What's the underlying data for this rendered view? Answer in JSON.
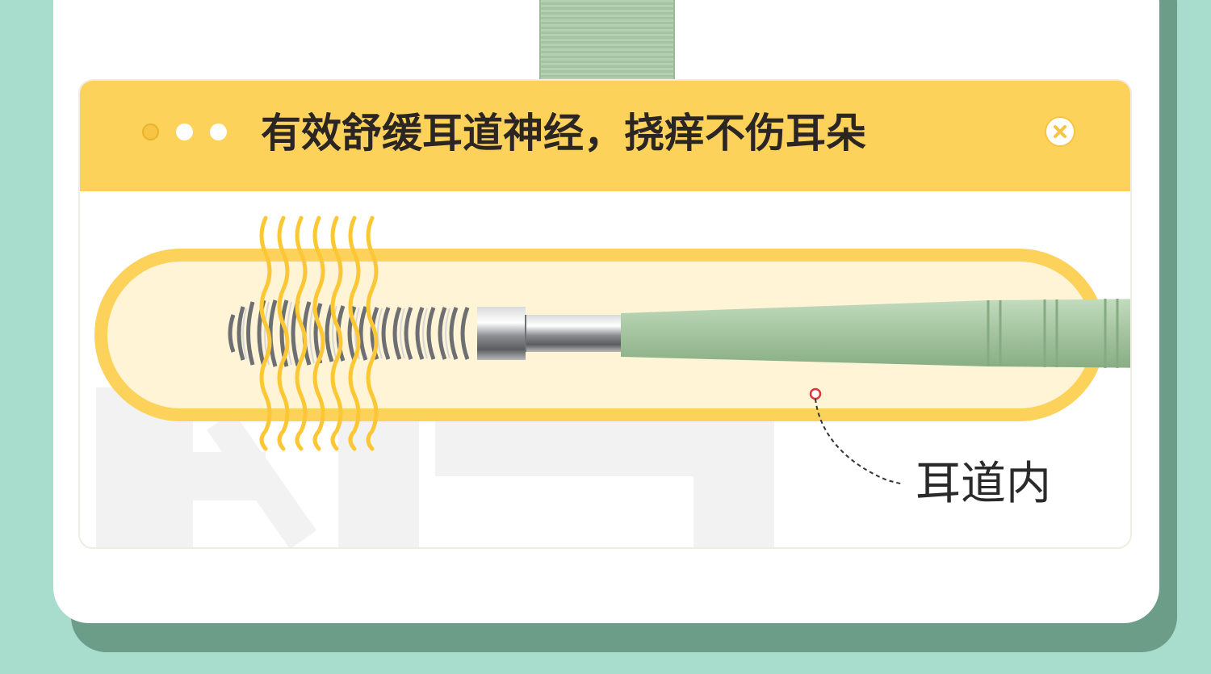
{
  "window": {
    "title": "有效舒缓耳道神经，挠痒不伤耳朵"
  },
  "annotation": {
    "label": "耳道内"
  },
  "colors": {
    "background": "#a8dccd",
    "title_bar": "#fcd25a",
    "canal_outline": "#fcd25a",
    "canal_fill": "#fff4d6",
    "handle": "#a9c9a4",
    "marker": "#e2333a"
  },
  "icons": {
    "window_dots": [
      "window-dot",
      "window-dot",
      "window-dot"
    ],
    "close": "close-icon"
  }
}
